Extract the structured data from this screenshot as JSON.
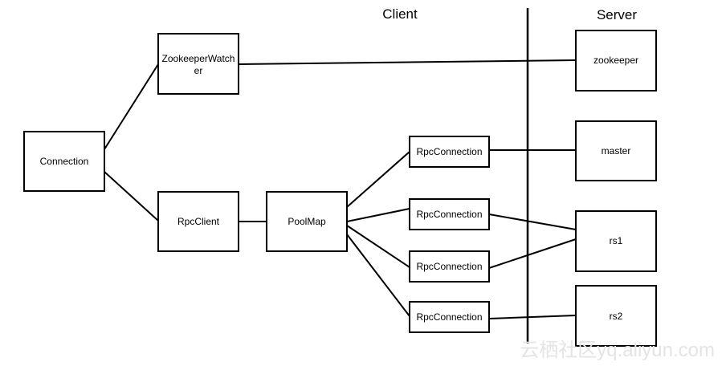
{
  "sections": {
    "client": "Client",
    "server": "Server"
  },
  "nodes": {
    "connection": "Connection",
    "zookeeper_watcher_line1": "ZookeeperWatch",
    "zookeeper_watcher_line2": "er",
    "rpc_client": "RpcClient",
    "pool_map": "PoolMap",
    "rpc_connection_1": "RpcConnection",
    "rpc_connection_2": "RpcConnection",
    "rpc_connection_3": "RpcConnection",
    "rpc_connection_4": "RpcConnection",
    "zookeeper": "zookeeper",
    "master": "master",
    "rs1": "rs1",
    "rs2": "rs2"
  },
  "watermark": "云栖社区yq.aliyun.com",
  "colors": {
    "stroke": "#000000",
    "background": "#ffffff",
    "watermark": "#e4e4e4"
  }
}
